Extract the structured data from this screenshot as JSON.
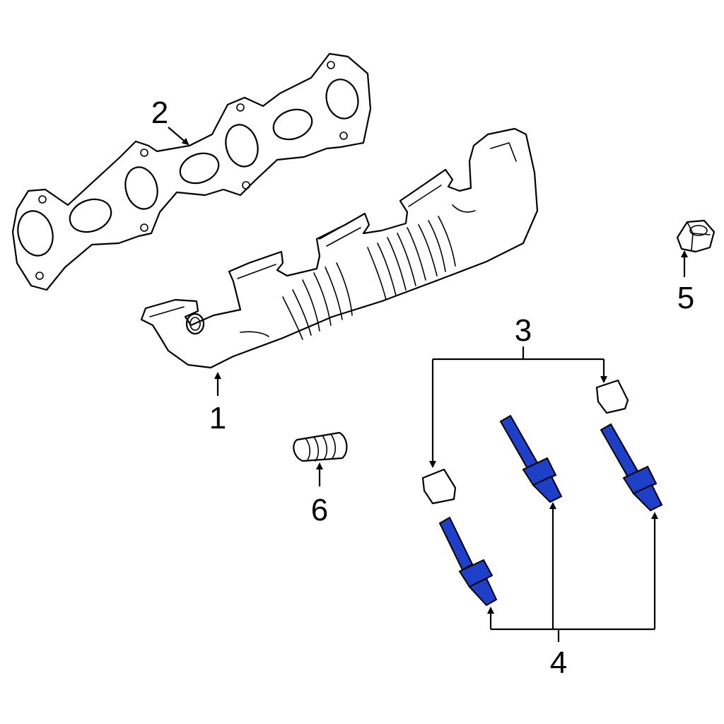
{
  "diagram": {
    "callouts": {
      "manifold": "1",
      "gasket": "2",
      "heat_shield": "3",
      "stud": "4",
      "nut": "5",
      "sleeve": "6"
    },
    "colors": {
      "line": "#000000",
      "background": "#ffffff",
      "highlight_stud": "#1e3fc8"
    }
  }
}
